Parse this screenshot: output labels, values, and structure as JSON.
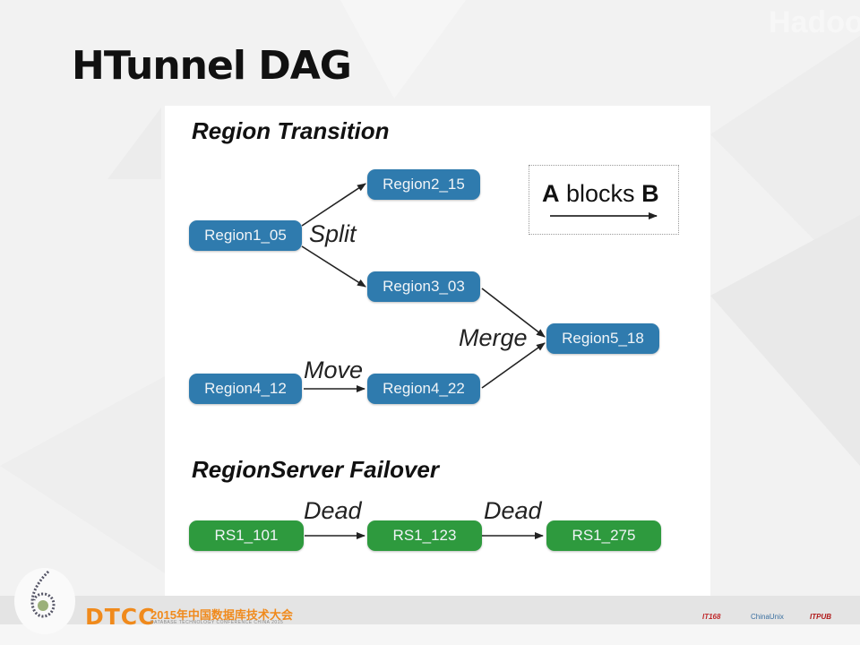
{
  "slide": {
    "title": "HTunnel DAG",
    "watermark": "Hadoop"
  },
  "region_transition": {
    "title": "Region Transition",
    "nodes": {
      "r1": "Region1_05",
      "r2": "Region2_15",
      "r3": "Region3_03",
      "r4a": "Region4_12",
      "r4b": "Region4_22",
      "r5": "Region5_18"
    },
    "edge_labels": {
      "split": "Split",
      "move": "Move",
      "merge": "Merge"
    },
    "edges": [
      {
        "from": "r1",
        "to": "r2",
        "label": "split"
      },
      {
        "from": "r1",
        "to": "r3",
        "label": "split"
      },
      {
        "from": "r4a",
        "to": "r4b",
        "label": "move"
      },
      {
        "from": "r3",
        "to": "r5",
        "label": "merge"
      },
      {
        "from": "r4b",
        "to": "r5",
        "label": "merge"
      }
    ]
  },
  "legend": {
    "a": "A",
    "verb": "blocks",
    "b": "B"
  },
  "failover": {
    "title": "RegionServer Failover",
    "nodes": {
      "rs1": "RS1_101",
      "rs2": "RS1_123",
      "rs3": "RS1_275"
    },
    "edge_labels": {
      "dead1": "Dead",
      "dead2": "Dead"
    }
  },
  "footer": {
    "brand": "DTCC",
    "conference_cn": "2015年中国数据库技术大会",
    "conference_en": "DATABASE TECHNOLOGY CONFERENCE CHINA 2015",
    "sponsors": [
      "IT168",
      "ChinaUnix",
      "ITPUB"
    ]
  },
  "colors": {
    "region_node": "#2f7bae",
    "server_node": "#2e9a3e",
    "brand_orange": "#f08a1c"
  }
}
